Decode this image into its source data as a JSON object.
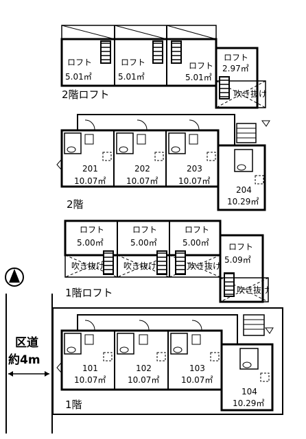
{
  "floors": {
    "loft2": {
      "label": "2階ロフト",
      "rooms": [
        {
          "name": "ロフト",
          "area": "5.01㎡"
        },
        {
          "name": "ロフト",
          "area": "5.01㎡"
        },
        {
          "name": "ロフト",
          "area": "5.01㎡"
        },
        {
          "name": "ロフト",
          "area": "2.97㎡"
        }
      ],
      "void": "吹き抜け"
    },
    "floor2": {
      "label": "2階",
      "rooms": [
        {
          "number": "201",
          "area": "10.07㎡"
        },
        {
          "number": "202",
          "area": "10.07㎡"
        },
        {
          "number": "203",
          "area": "10.07㎡"
        },
        {
          "number": "204",
          "area": "10.29㎡"
        }
      ]
    },
    "loft1": {
      "label": "1階ロフト",
      "rooms": [
        {
          "name": "ロフト",
          "area": "5.00㎡"
        },
        {
          "name": "ロフト",
          "area": "5.00㎡"
        },
        {
          "name": "ロフト",
          "area": "5.00㎡"
        },
        {
          "name": "ロフト",
          "area": "5.09㎡"
        }
      ],
      "voids": [
        "吹き抜け",
        "吹き抜け",
        "吹き抜け",
        "吹き抜け"
      ]
    },
    "floor1": {
      "label": "1階",
      "rooms": [
        {
          "number": "101",
          "area": "10.07㎡"
        },
        {
          "number": "102",
          "area": "10.07㎡"
        },
        {
          "number": "103",
          "area": "10.07㎡"
        },
        {
          "number": "104",
          "area": "10.29㎡"
        }
      ]
    }
  },
  "road": {
    "line1": "区道",
    "line2": "約4m"
  }
}
